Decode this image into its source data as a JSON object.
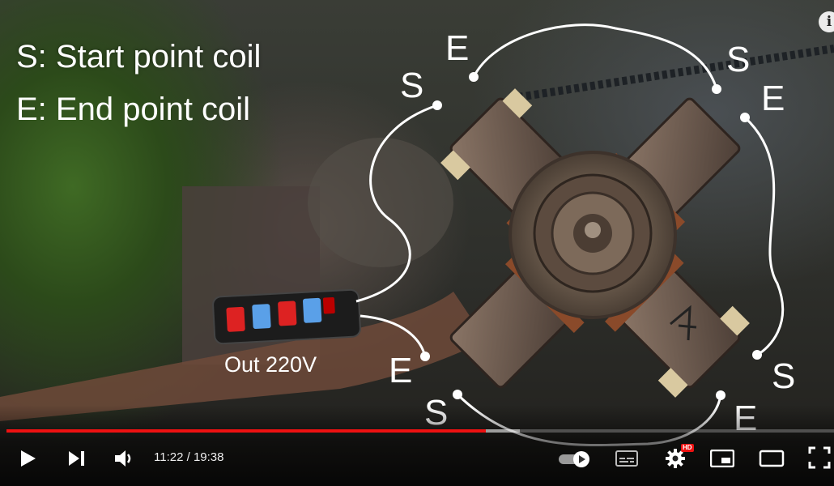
{
  "video": {
    "overlay_line1": "S: Start point coil",
    "overlay_line2": "E: End point coil",
    "output_label": "Out 220V",
    "coil_labels": {
      "s_top_left": "S",
      "e_top": "E",
      "s_top_right": "S",
      "e_right": "E",
      "e_left": "E",
      "s_bottom_left": "S",
      "s_bottom_right": "S",
      "e_bottom_right": "E"
    },
    "info_icon": "i"
  },
  "player": {
    "current_time": "11:22",
    "duration": "19:38",
    "time_separator": " / ",
    "progress_fraction": 0.579,
    "buffered_fraction": 0.62,
    "hd_badge": "HD",
    "accent_color": "#ee1111",
    "icons": [
      "play-icon",
      "next-icon",
      "volume-icon",
      "autoplay-toggle-icon",
      "subtitles-icon",
      "settings-icon",
      "miniplayer-icon",
      "theater-icon",
      "fullscreen-icon"
    ]
  }
}
